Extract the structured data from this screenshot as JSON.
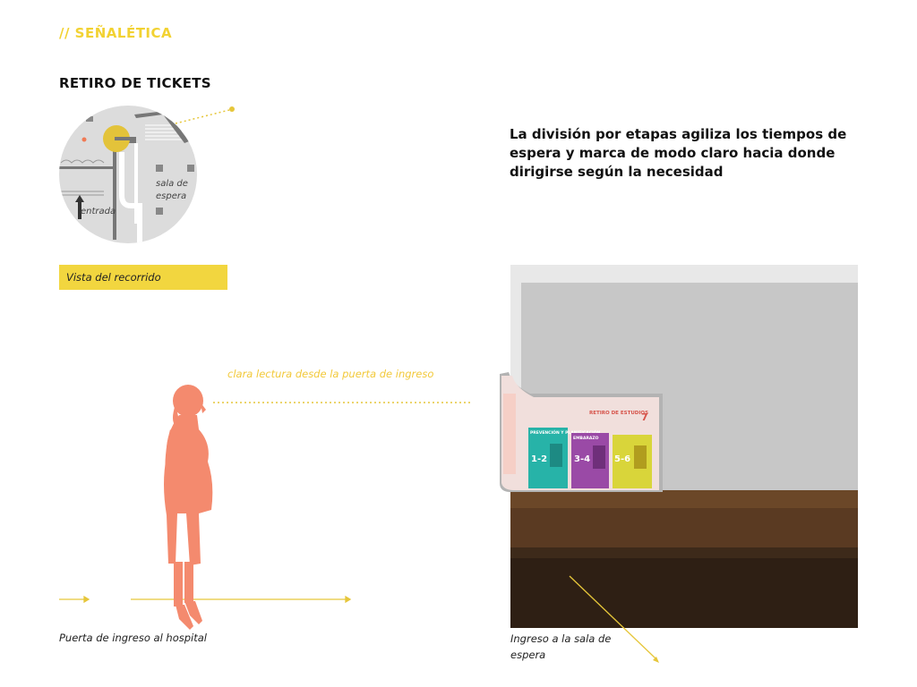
{
  "section_tag": "// SEÑALÉTICA",
  "title": "RETIRO DE TICKETS",
  "map": {
    "waiting_room_label_1": "sala de",
    "waiting_room_label_2": "espera",
    "entrance_label": "entrada"
  },
  "caption": "Vista del recorrido",
  "headline": "La división por etapas agiliza los tiempos de espera y marca de modo claro hacia donde dirigirse según la necesidad",
  "reading_note": "clara lectura desde la puerta de ingreso",
  "counter": {
    "sign_title": "RETIRO DE ESTUDIOS",
    "sign_number": "7",
    "panels": [
      {
        "name": "PREVENCIÓN Y PLANIFICACIÓN",
        "range": "1-2",
        "color": "#27b3a8"
      },
      {
        "name": "EMBARAZO",
        "range": "3-4",
        "color": "#9a4aa6"
      },
      {
        "name": "",
        "range": "5-6",
        "color": "#d9d53a"
      }
    ]
  },
  "labels": {
    "entrance": "Puerta de ingreso al hospital",
    "waiting_room": "Ingreso a la sala de espera"
  },
  "colors": {
    "accent_yellow": "#f2d63f",
    "figure_salmon": "#f48a6e",
    "counter_top": "#d6d6d6",
    "counter_base": "#3e2a1c"
  }
}
